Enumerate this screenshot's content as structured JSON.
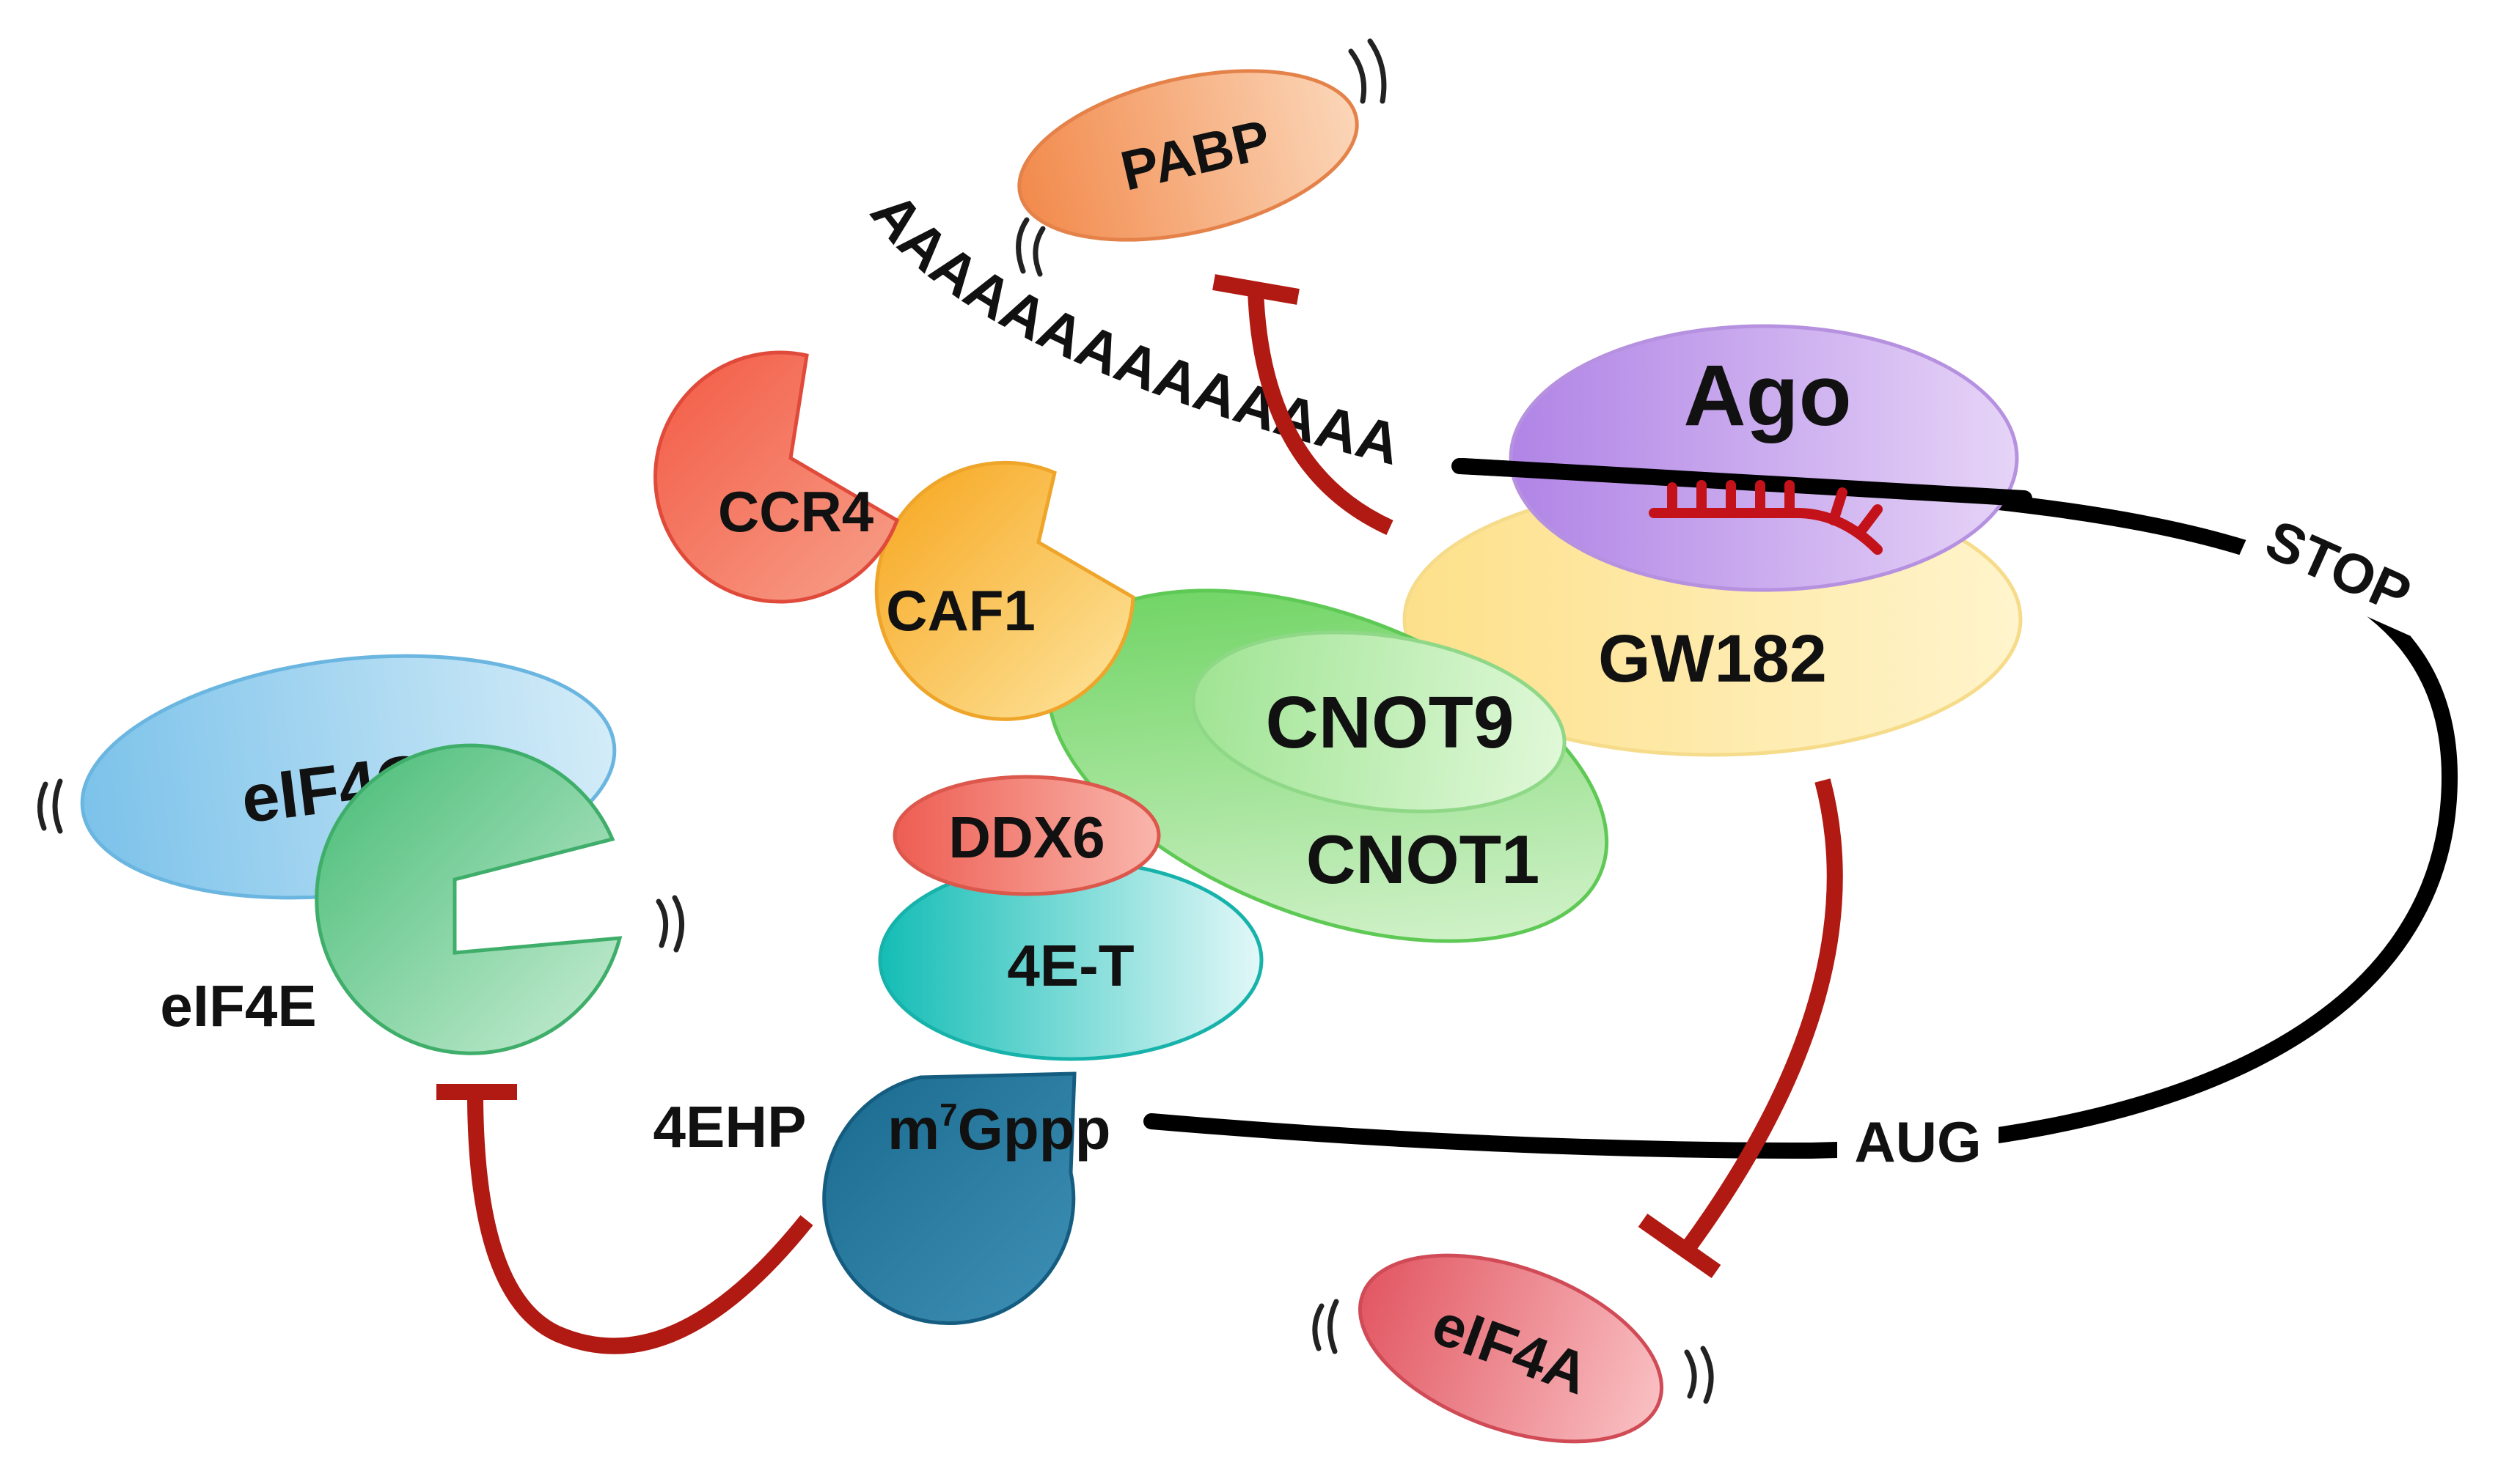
{
  "labels": {
    "pabp": "PABP",
    "poly_a": "AAAAAAAAAAAAAA",
    "ago": "Ago",
    "gw182": "GW182",
    "stop": "STOP",
    "aug": "AUG",
    "ccr4": "CCR4",
    "caf1": "CAF1",
    "cnot9": "CNOT9",
    "cnot1": "CNOT1",
    "ddx6": "DDX6",
    "four_e_t": "4E-T",
    "eif4g": "eIF4G",
    "eif4e": "eIF4E",
    "four_ehp": "4EHP",
    "cap_m": "m",
    "cap_superscript": "7",
    "cap_gppp": "Gppp",
    "eif4a": "eIF4A"
  },
  "colors": {
    "pabp": "#f4a570",
    "ago": "#c29be8",
    "gw182": "#fde79a",
    "ccr4": "#ec4a3c",
    "caf1": "#f7b12a",
    "cnot1": "#74d66a",
    "cnot9": "#a6e79a",
    "ddx6": "#ef6a5e",
    "four_e_t": "#29c6be",
    "eif4g": "#8ccbec",
    "eif4e": "#58c384",
    "four_ehp": "#1d6f95",
    "eif4a": "#e86a72",
    "inhibition": "#b01a12",
    "mrna": "#000000",
    "mirna": "#c4121a"
  }
}
